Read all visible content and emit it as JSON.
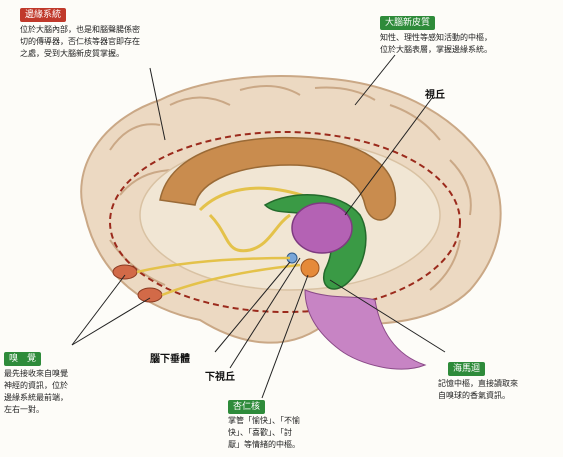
{
  "labels": {
    "limbic_tag": "邊緣系統",
    "limbic_desc": [
      "位於大腦內部，也是和腦聲腸係密",
      "切的傳導器，否仁核等器官即存在",
      "之處，受到大腦新皮質掌握。"
    ],
    "neocortex_tag": "大腦新皮質",
    "neocortex_desc": [
      "知性、理性等感知活動的中樞，",
      "位於大腦表層，掌握邊緣系統。"
    ],
    "thalamus": "視丘",
    "pituitary": "腦下垂體",
    "hypothalamus": "下視丘",
    "olfactory_tag": "嗅　覺",
    "olfactory_desc": [
      "最先接收來自嗅覺",
      "神經的資訊，位於",
      "邊緣系統最前端，",
      "左右一對。"
    ],
    "amygdala_tag": "杏仁核",
    "amygdala_desc": [
      "掌管「愉快」、「不愉",
      "快」、「喜歡」、「討",
      "厭」等情緒的中樞。"
    ],
    "hippocampus_tag": "海馬迴",
    "hippocampus_desc": [
      "記憶中樞，直接讀取來",
      "自嗅球的香氣資訊。"
    ]
  },
  "colors": {
    "red_tag": "#c0392b",
    "green_tag": "#2e8b3a",
    "cortex": "#ecd9c2",
    "thalamus": "#b462b4",
    "hippocampus": "#3a9a45",
    "corpus": "#c98c4e"
  }
}
